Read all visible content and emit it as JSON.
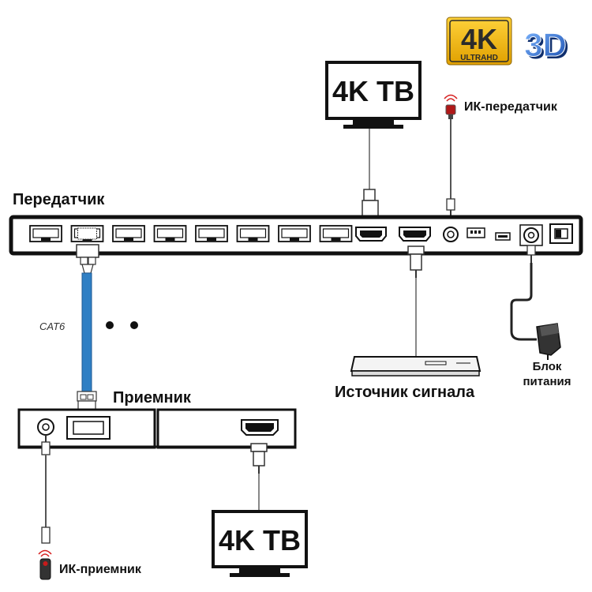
{
  "labels": {
    "transmitter": "Передатчик",
    "receiver": "Приемник",
    "ir_transmitter": "ИК-передатчик",
    "ir_receiver": "ИК-приемник",
    "signal_source": "Источник сигнала",
    "power_unit_line1": "Блок",
    "power_unit_line2": "питания",
    "cable": "CAT6"
  },
  "tv": {
    "top": "4K TB",
    "bottom": "4K TB"
  },
  "badges": {
    "k4_big": "4K",
    "k4_small": "ULTRAHD",
    "three_d": "3D"
  },
  "colors": {
    "cable_blue": "#2f7fc4",
    "badge_gold": "#f2b705",
    "badge_dark": "#2b2b2b",
    "three_d_blue": "#2a6fd1"
  },
  "device": {
    "rj45_port_count": 8
  }
}
